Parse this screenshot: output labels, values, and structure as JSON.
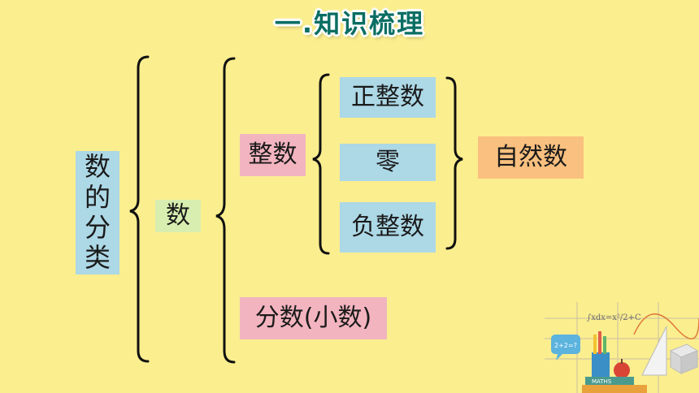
{
  "title": "一.知识梳理",
  "nodes": {
    "root_chars": [
      "数",
      "的",
      "分",
      "类"
    ],
    "number": "数",
    "integer": "整数",
    "fraction": "分数(小数)",
    "positive_integer": "正整数",
    "zero": "零",
    "negative_integer": "负整数",
    "natural_number": "自然数"
  },
  "decoration": {
    "formula": "∫xdx=x²/2+C",
    "equation": "2+2=?",
    "book_label": "MATHS"
  },
  "colors": {
    "background": "#fbee8f",
    "title": "#0a6e63",
    "blue_box": "#add8e6",
    "green_box": "#d8eeb0",
    "pink_box": "#f2b4bf",
    "orange_box": "#f9c07f"
  }
}
